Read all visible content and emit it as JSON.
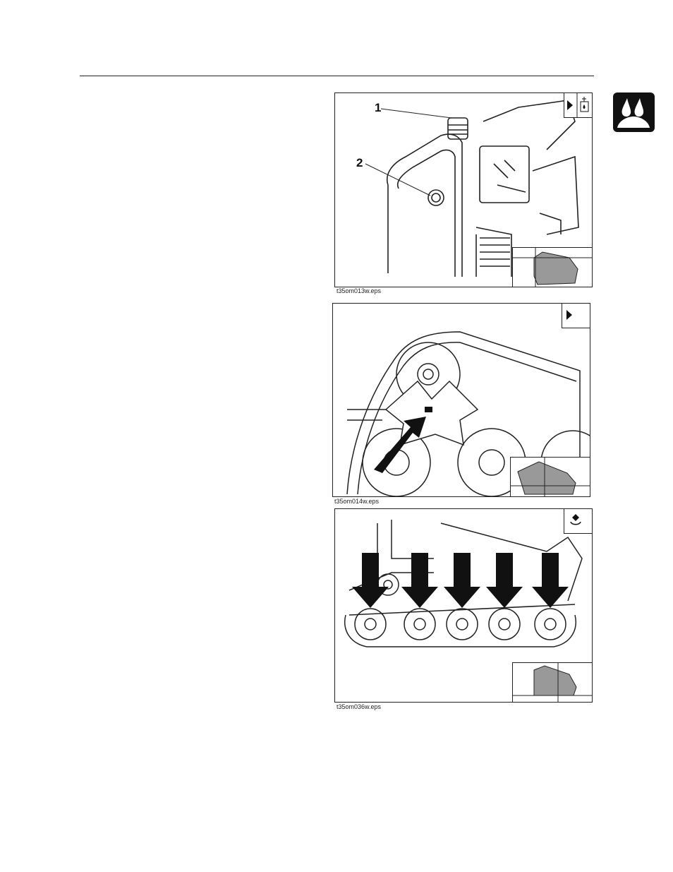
{
  "figures": [
    {
      "caption": "t35om013w.eps",
      "callouts": [
        "1",
        "2"
      ],
      "corner_icons": [
        "play-icon",
        "fuel-tank-icon"
      ]
    },
    {
      "caption": "t35om014w.eps",
      "corner_icons": [
        "play-icon"
      ]
    },
    {
      "caption": "t35om036w.eps",
      "corner_icons": [
        "grease-point-icon"
      ]
    }
  ],
  "section_tab_icon": "fluids-icon"
}
